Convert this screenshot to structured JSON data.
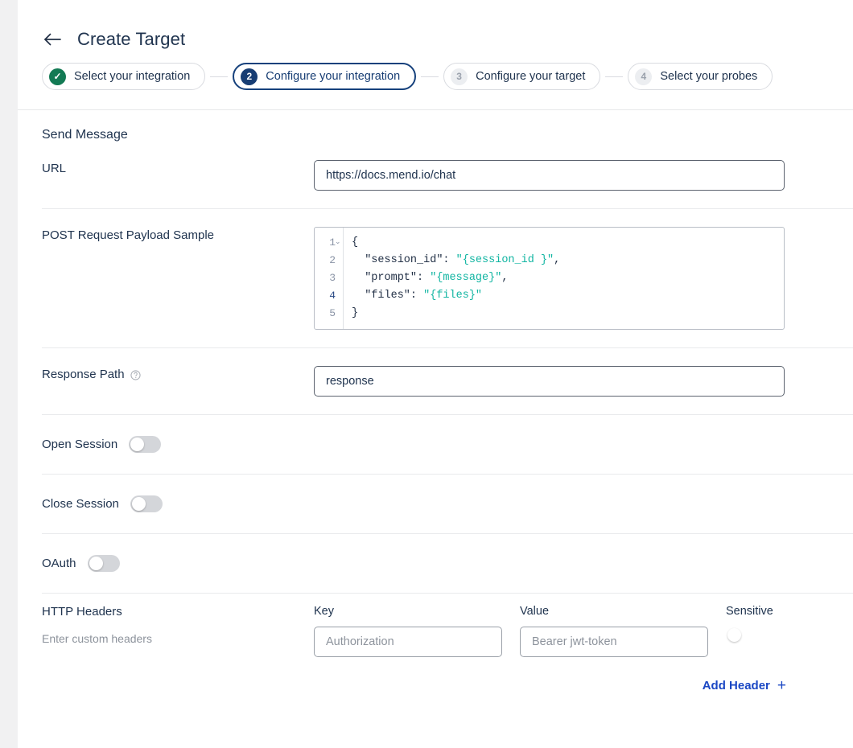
{
  "header": {
    "back_icon": "arrow-left-icon",
    "title": "Create Target"
  },
  "stepper": {
    "steps": [
      {
        "badge": "✓",
        "label": "Select your integration",
        "state": "done"
      },
      {
        "badge": "2",
        "label": "Configure your integration",
        "state": "active"
      },
      {
        "badge": "3",
        "label": "Configure your target",
        "state": "idle"
      },
      {
        "badge": "4",
        "label": "Select your probes",
        "state": "idle"
      }
    ]
  },
  "form": {
    "section_title": "Send Message",
    "url": {
      "label": "URL",
      "value": "https://docs.mend.io/chat",
      "placeholder": ""
    },
    "payload": {
      "label": "POST Request Payload Sample",
      "line_numbers": [
        "1",
        "2",
        "3",
        "4",
        "5"
      ],
      "current_line": 4,
      "fold_glyph": "⌄",
      "lines": [
        [
          {
            "t": "{",
            "c": "punc"
          }
        ],
        [
          {
            "t": "  \"session_id\": ",
            "c": "key"
          },
          {
            "t": "\"{session_id }\"",
            "c": "str"
          },
          {
            "t": ",",
            "c": "punc"
          }
        ],
        [
          {
            "t": "  \"prompt\": ",
            "c": "key"
          },
          {
            "t": "\"{message}\"",
            "c": "str"
          },
          {
            "t": ",",
            "c": "punc"
          }
        ],
        [
          {
            "t": "  \"files\": ",
            "c": "key"
          },
          {
            "t": "\"{files}\"",
            "c": "str"
          }
        ],
        [
          {
            "t": "}",
            "c": "punc"
          }
        ]
      ]
    },
    "response_path": {
      "label": "Response Path",
      "help_icon": "help-circle-icon",
      "value": "response",
      "placeholder": ""
    },
    "open_session": {
      "label": "Open Session",
      "enabled": false
    },
    "close_session": {
      "label": "Close Session",
      "enabled": false
    },
    "oauth": {
      "label": "OAuth",
      "enabled": false
    },
    "http_headers": {
      "title": "HTTP Headers",
      "subtitle": "Enter custom headers",
      "col_key": "Key",
      "col_value": "Value",
      "col_sensitive": "Sensitive",
      "key_value": "",
      "key_placeholder": "Authorization",
      "value_value": "",
      "value_placeholder": "Bearer jwt-token",
      "sensitive_enabled": false,
      "add_header_label": "Add Header",
      "add_header_icon": "plus-icon"
    }
  },
  "colors": {
    "accent_navy": "#173d73",
    "accent_green": "#137a54",
    "link_blue": "#1a47c4",
    "string_teal": "#11b5a2",
    "text_dark": "#20344f"
  }
}
